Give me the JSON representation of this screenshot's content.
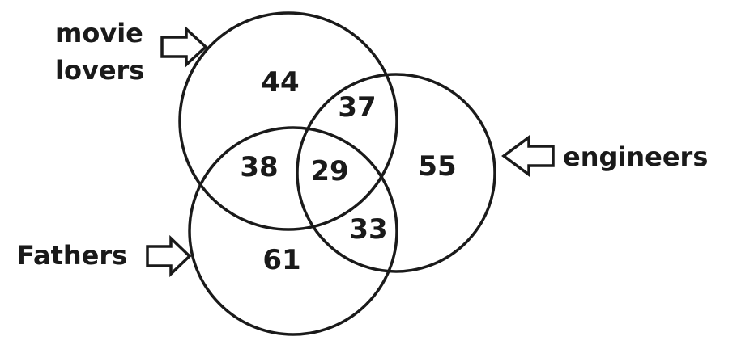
{
  "sets": {
    "movie_lovers": {
      "label_line1": "movie",
      "label_line2": "lovers"
    },
    "engineers": {
      "label": "engineers"
    },
    "fathers": {
      "label": "Fathers"
    }
  },
  "regions": {
    "movie_lovers_only": "44",
    "movie_lovers_engineers": "37",
    "movie_lovers_fathers": "38",
    "all_three": "29",
    "engineers_only": "55",
    "engineers_fathers": "33",
    "fathers_only": "61"
  }
}
